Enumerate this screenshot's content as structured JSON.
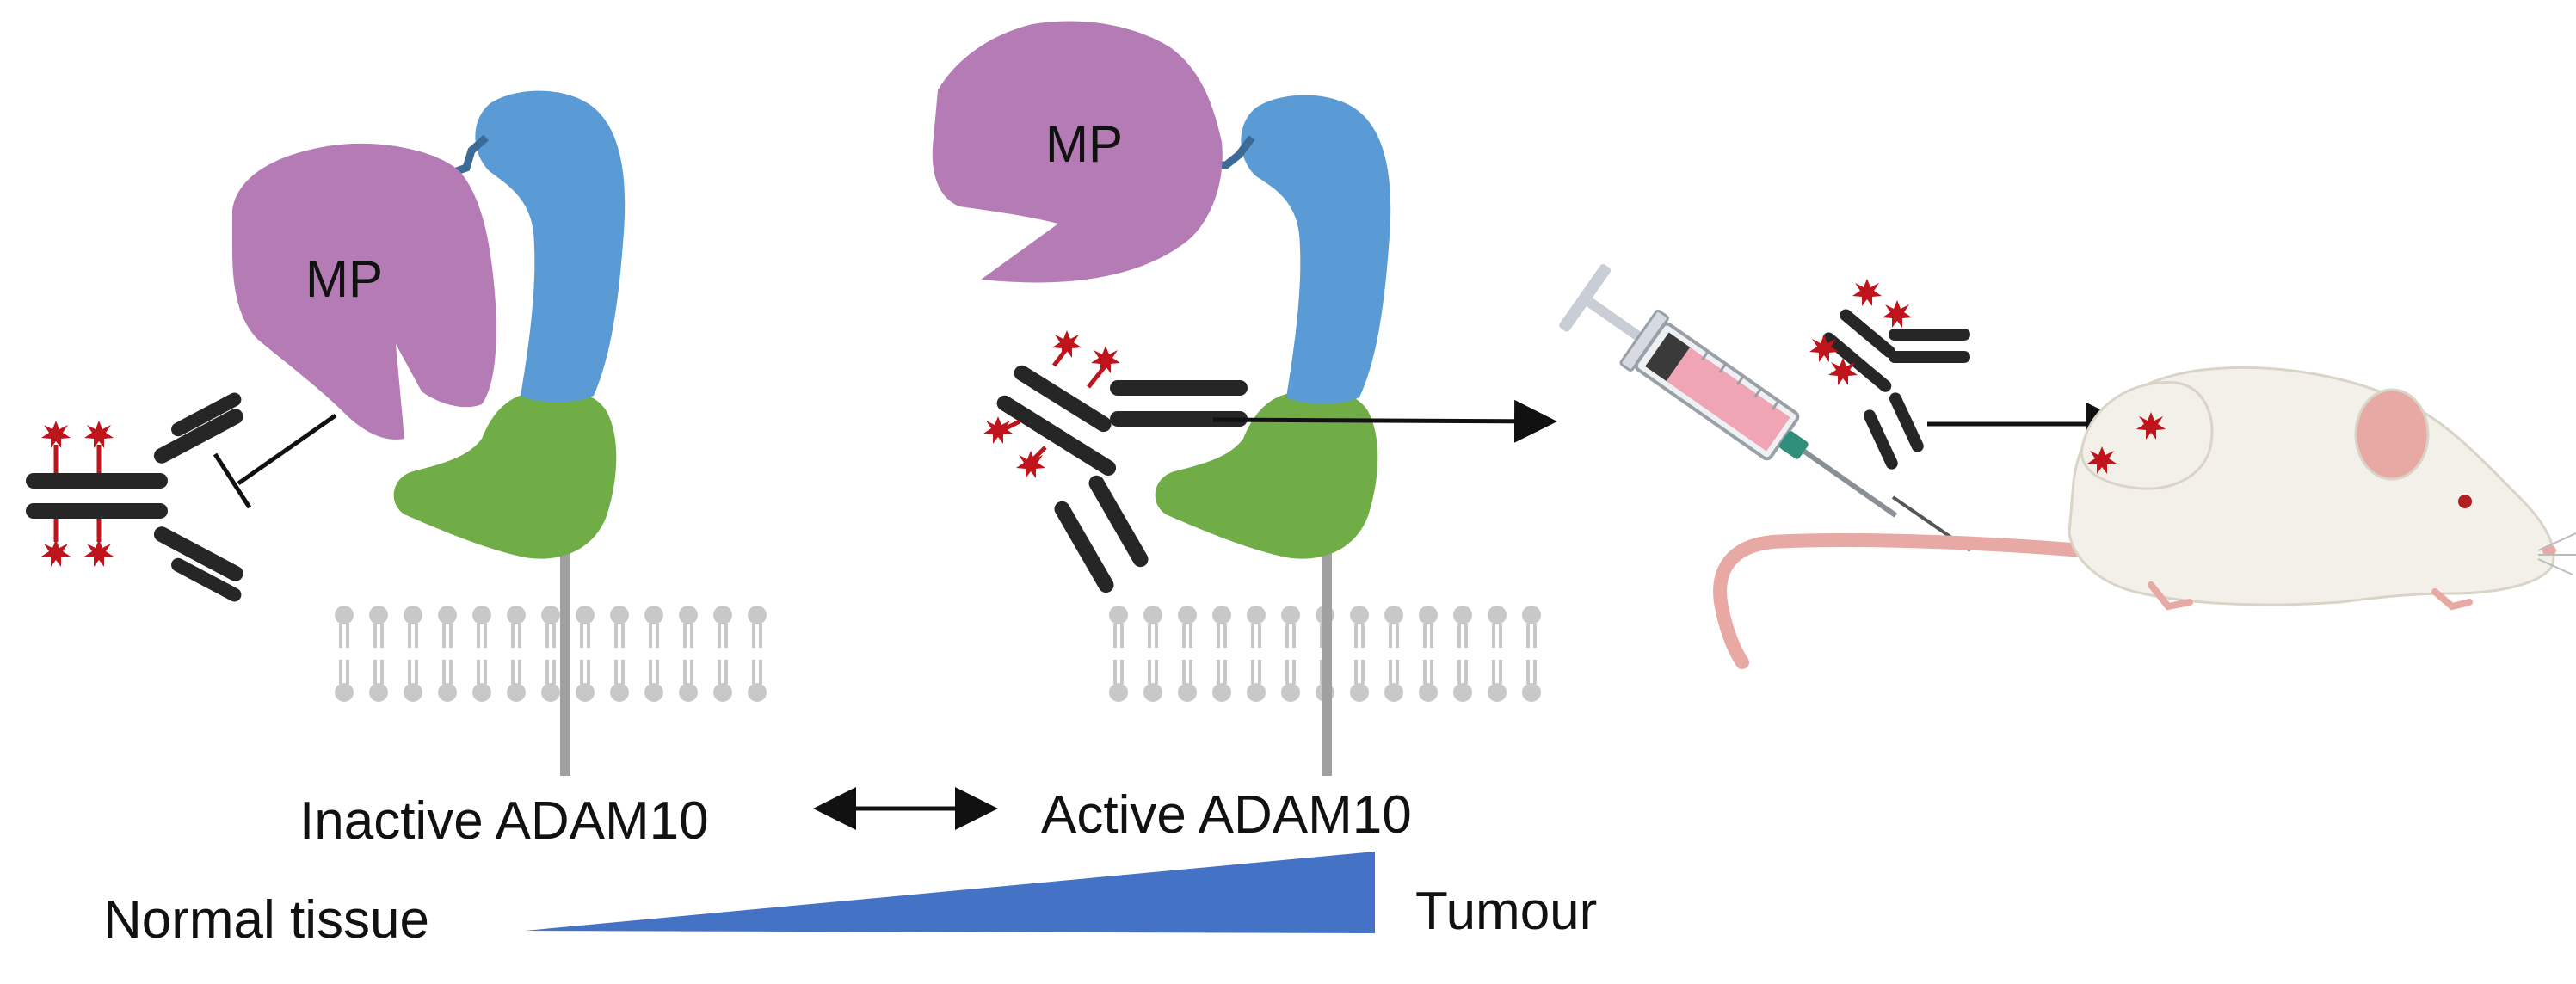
{
  "labels": {
    "mp_left": "MP",
    "mp_right": "MP",
    "inactive": "Inactive ADAM10",
    "active": "Active ADAM10",
    "normal_tissue": "Normal tissue",
    "tumour": "Tumour"
  },
  "colors": {
    "metalloprotease": "#b57bb5",
    "cysteine_rich": "#5b9bd5",
    "disintegrin": "#70ad47",
    "membrane": "#c8c8c8",
    "antibody": "#262626",
    "label_star": "#c0141c",
    "gradient": "#4472c4",
    "mouse_body": "#f2f0e8",
    "mouse_pink": "#e8a9a4",
    "syringe_fluid": "#f0a5b5"
  }
}
